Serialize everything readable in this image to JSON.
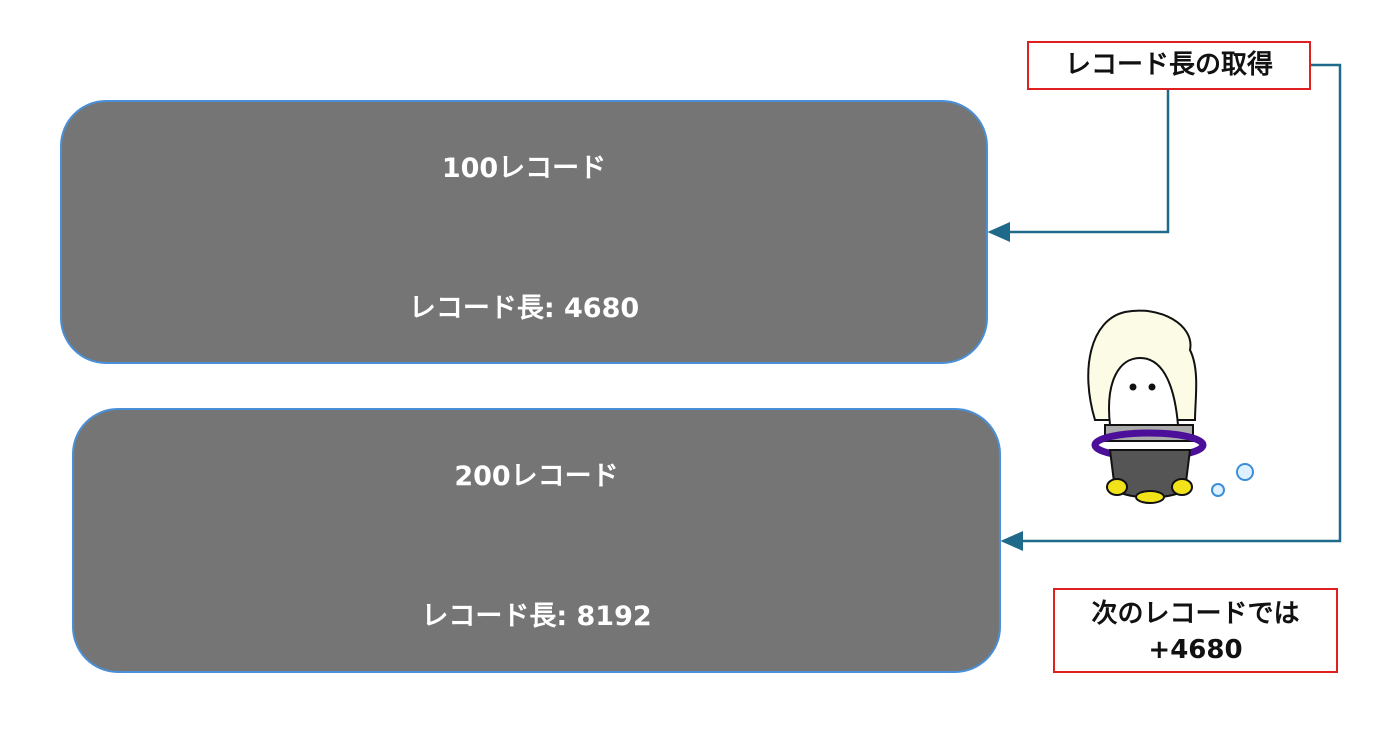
{
  "blocks": [
    {
      "title": "100レコード",
      "length_text": "レコード長: 4680"
    },
    {
      "title": "200レコード",
      "length_text": "レコード長: 8192"
    }
  ],
  "labels": {
    "get_length": "レコード長の取得",
    "next_line1": "次のレコードでは",
    "next_line2": "+4680"
  },
  "colors": {
    "box_fill": "#757575",
    "box_border": "#4a90d9",
    "label_border": "#e02020",
    "connector": "#1f6a8a"
  }
}
